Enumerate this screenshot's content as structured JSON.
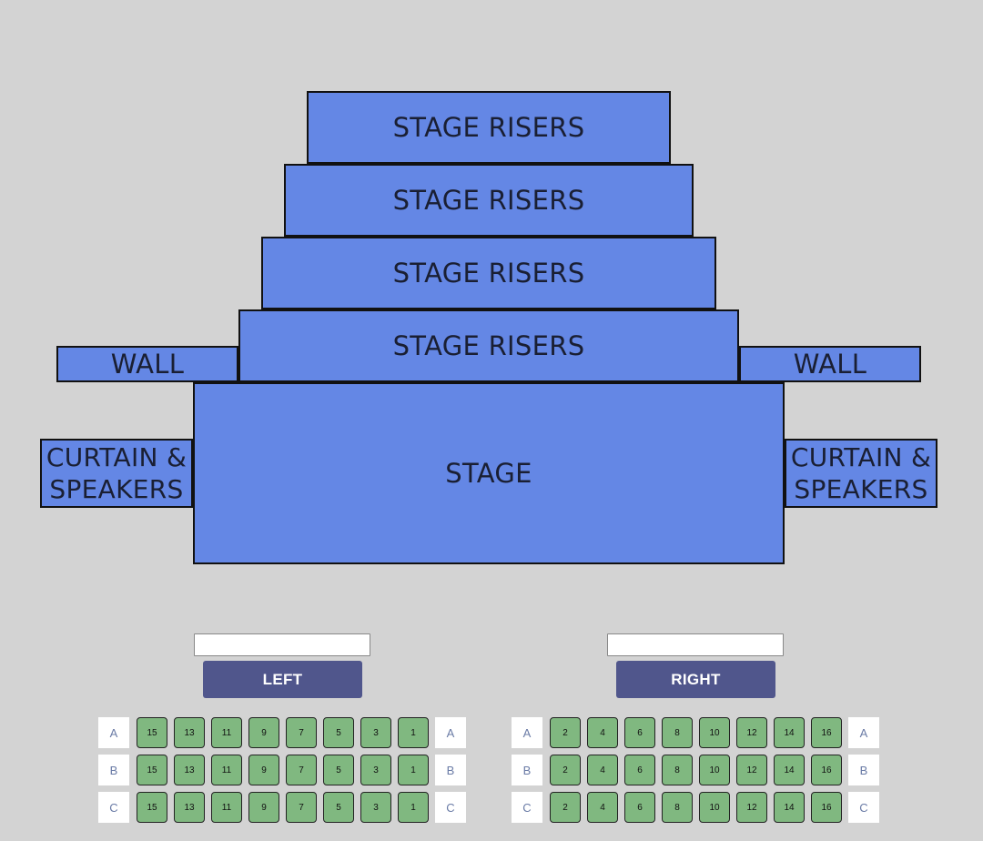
{
  "venue": {
    "risers": [
      "STAGE RISERS",
      "STAGE RISERS",
      "STAGE RISERS",
      "STAGE RISERS"
    ],
    "wall_left": "WALL",
    "wall_right": "WALL",
    "stage": "STAGE",
    "curtain_left_line1": "CURTAIN &",
    "curtain_left_line2": "SPEAKERS",
    "curtain_right_line1": "CURTAIN &",
    "curtain_right_line2": "SPEAKERS"
  },
  "left_section": {
    "button_label": "LEFT",
    "input_value": "",
    "rows": [
      {
        "label": "A",
        "seats": [
          "15",
          "13",
          "11",
          "9",
          "7",
          "5",
          "3",
          "1"
        ]
      },
      {
        "label": "B",
        "seats": [
          "15",
          "13",
          "11",
          "9",
          "7",
          "5",
          "3",
          "1"
        ]
      },
      {
        "label": "C",
        "seats": [
          "15",
          "13",
          "11",
          "9",
          "7",
          "5",
          "3",
          "1"
        ]
      }
    ]
  },
  "right_section": {
    "button_label": "RIGHT",
    "input_value": "",
    "rows": [
      {
        "label": "A",
        "seats": [
          "2",
          "4",
          "6",
          "8",
          "10",
          "12",
          "14",
          "16"
        ]
      },
      {
        "label": "B",
        "seats": [
          "2",
          "4",
          "6",
          "8",
          "10",
          "12",
          "14",
          "16"
        ]
      },
      {
        "label": "C",
        "seats": [
          "2",
          "4",
          "6",
          "8",
          "10",
          "12",
          "14",
          "16"
        ]
      }
    ]
  },
  "colors": {
    "background": "#d3d3d3",
    "stage_blue": "#6487e5",
    "button": "#50568c",
    "seat_available": "#80b880"
  }
}
